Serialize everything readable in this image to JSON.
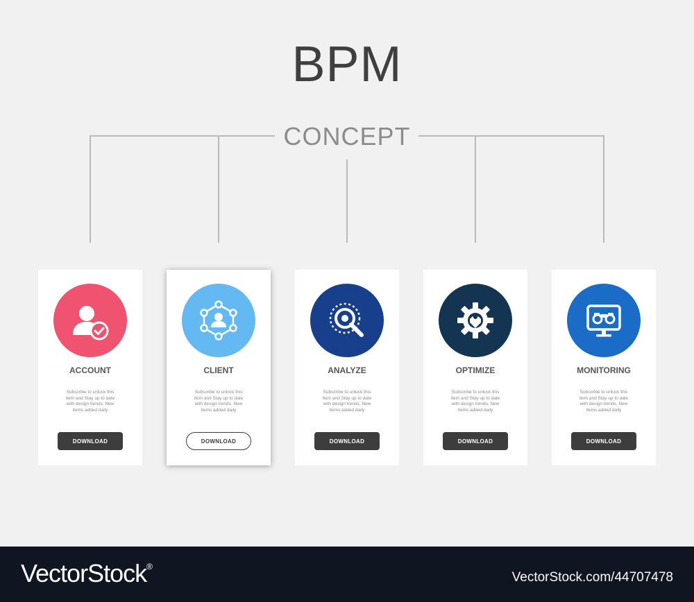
{
  "title": "BPM",
  "subtitle": "CONCEPT",
  "cards": [
    {
      "title": "ACCOUNT",
      "text": "Subscribe to unlock this item and Stay up to date with design trends. New items added daily",
      "button": "DOWNLOAD",
      "color": "#ef5370",
      "icon": "user-check-icon"
    },
    {
      "title": "CLIENT",
      "text": "Subscribe to unlock this item and Stay up to date with design trends. New items added daily",
      "button": "DOWNLOAD",
      "color": "#64b9f3",
      "icon": "network-user-icon"
    },
    {
      "title": "ANALYZE",
      "text": "Subscribe to unlock this item and Stay up to date with design trends. New items added daily",
      "button": "DOWNLOAD",
      "color": "#173f8b",
      "icon": "magnifier-icon"
    },
    {
      "title": "OPTIMIZE",
      "text": "Subscribe to unlock this item and Stay up to date with design trends. New items added daily",
      "button": "DOWNLOAD",
      "color": "#143552",
      "icon": "gear-hand-icon"
    },
    {
      "title": "MONITORING",
      "text": "Subscribe to unlock this item and Stay up to date with design trends. New items added daily",
      "button": "DOWNLOAD",
      "color": "#1b6cc6",
      "icon": "monitor-binoculars-icon"
    }
  ],
  "footer": {
    "brand": "VectorStock",
    "trademark": "®",
    "stock_id": "VectorStock.com/44707478"
  }
}
